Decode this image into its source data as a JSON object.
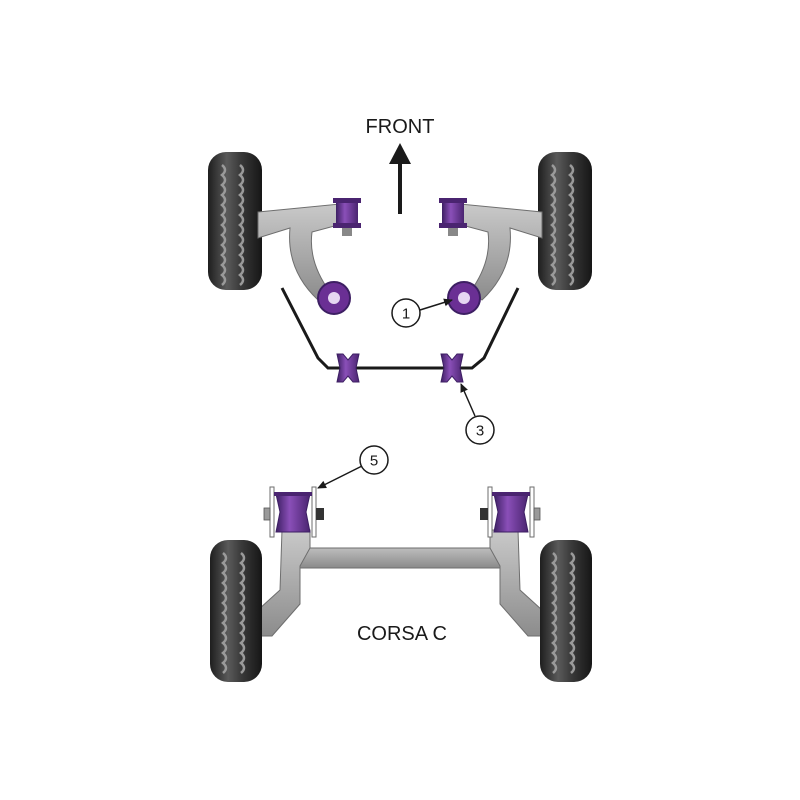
{
  "diagram": {
    "front_label": "FRONT",
    "model_label": "CORSA C",
    "callouts": [
      {
        "id": "1",
        "label": "1"
      },
      {
        "id": "3",
        "label": "3"
      },
      {
        "id": "5",
        "label": "5"
      }
    ]
  },
  "colors": {
    "bush": "#7b3fa8",
    "bush_dark": "#3d1f63",
    "bush_mid": "#6a2f94",
    "bush_hole": "#e6d6f2",
    "arm": "#a7a7a7",
    "arm_dark": "#7a7a7a",
    "tyre": "#2b2b2b",
    "tyre_light": "#6a6a6a",
    "line": "#1a1a1a"
  }
}
